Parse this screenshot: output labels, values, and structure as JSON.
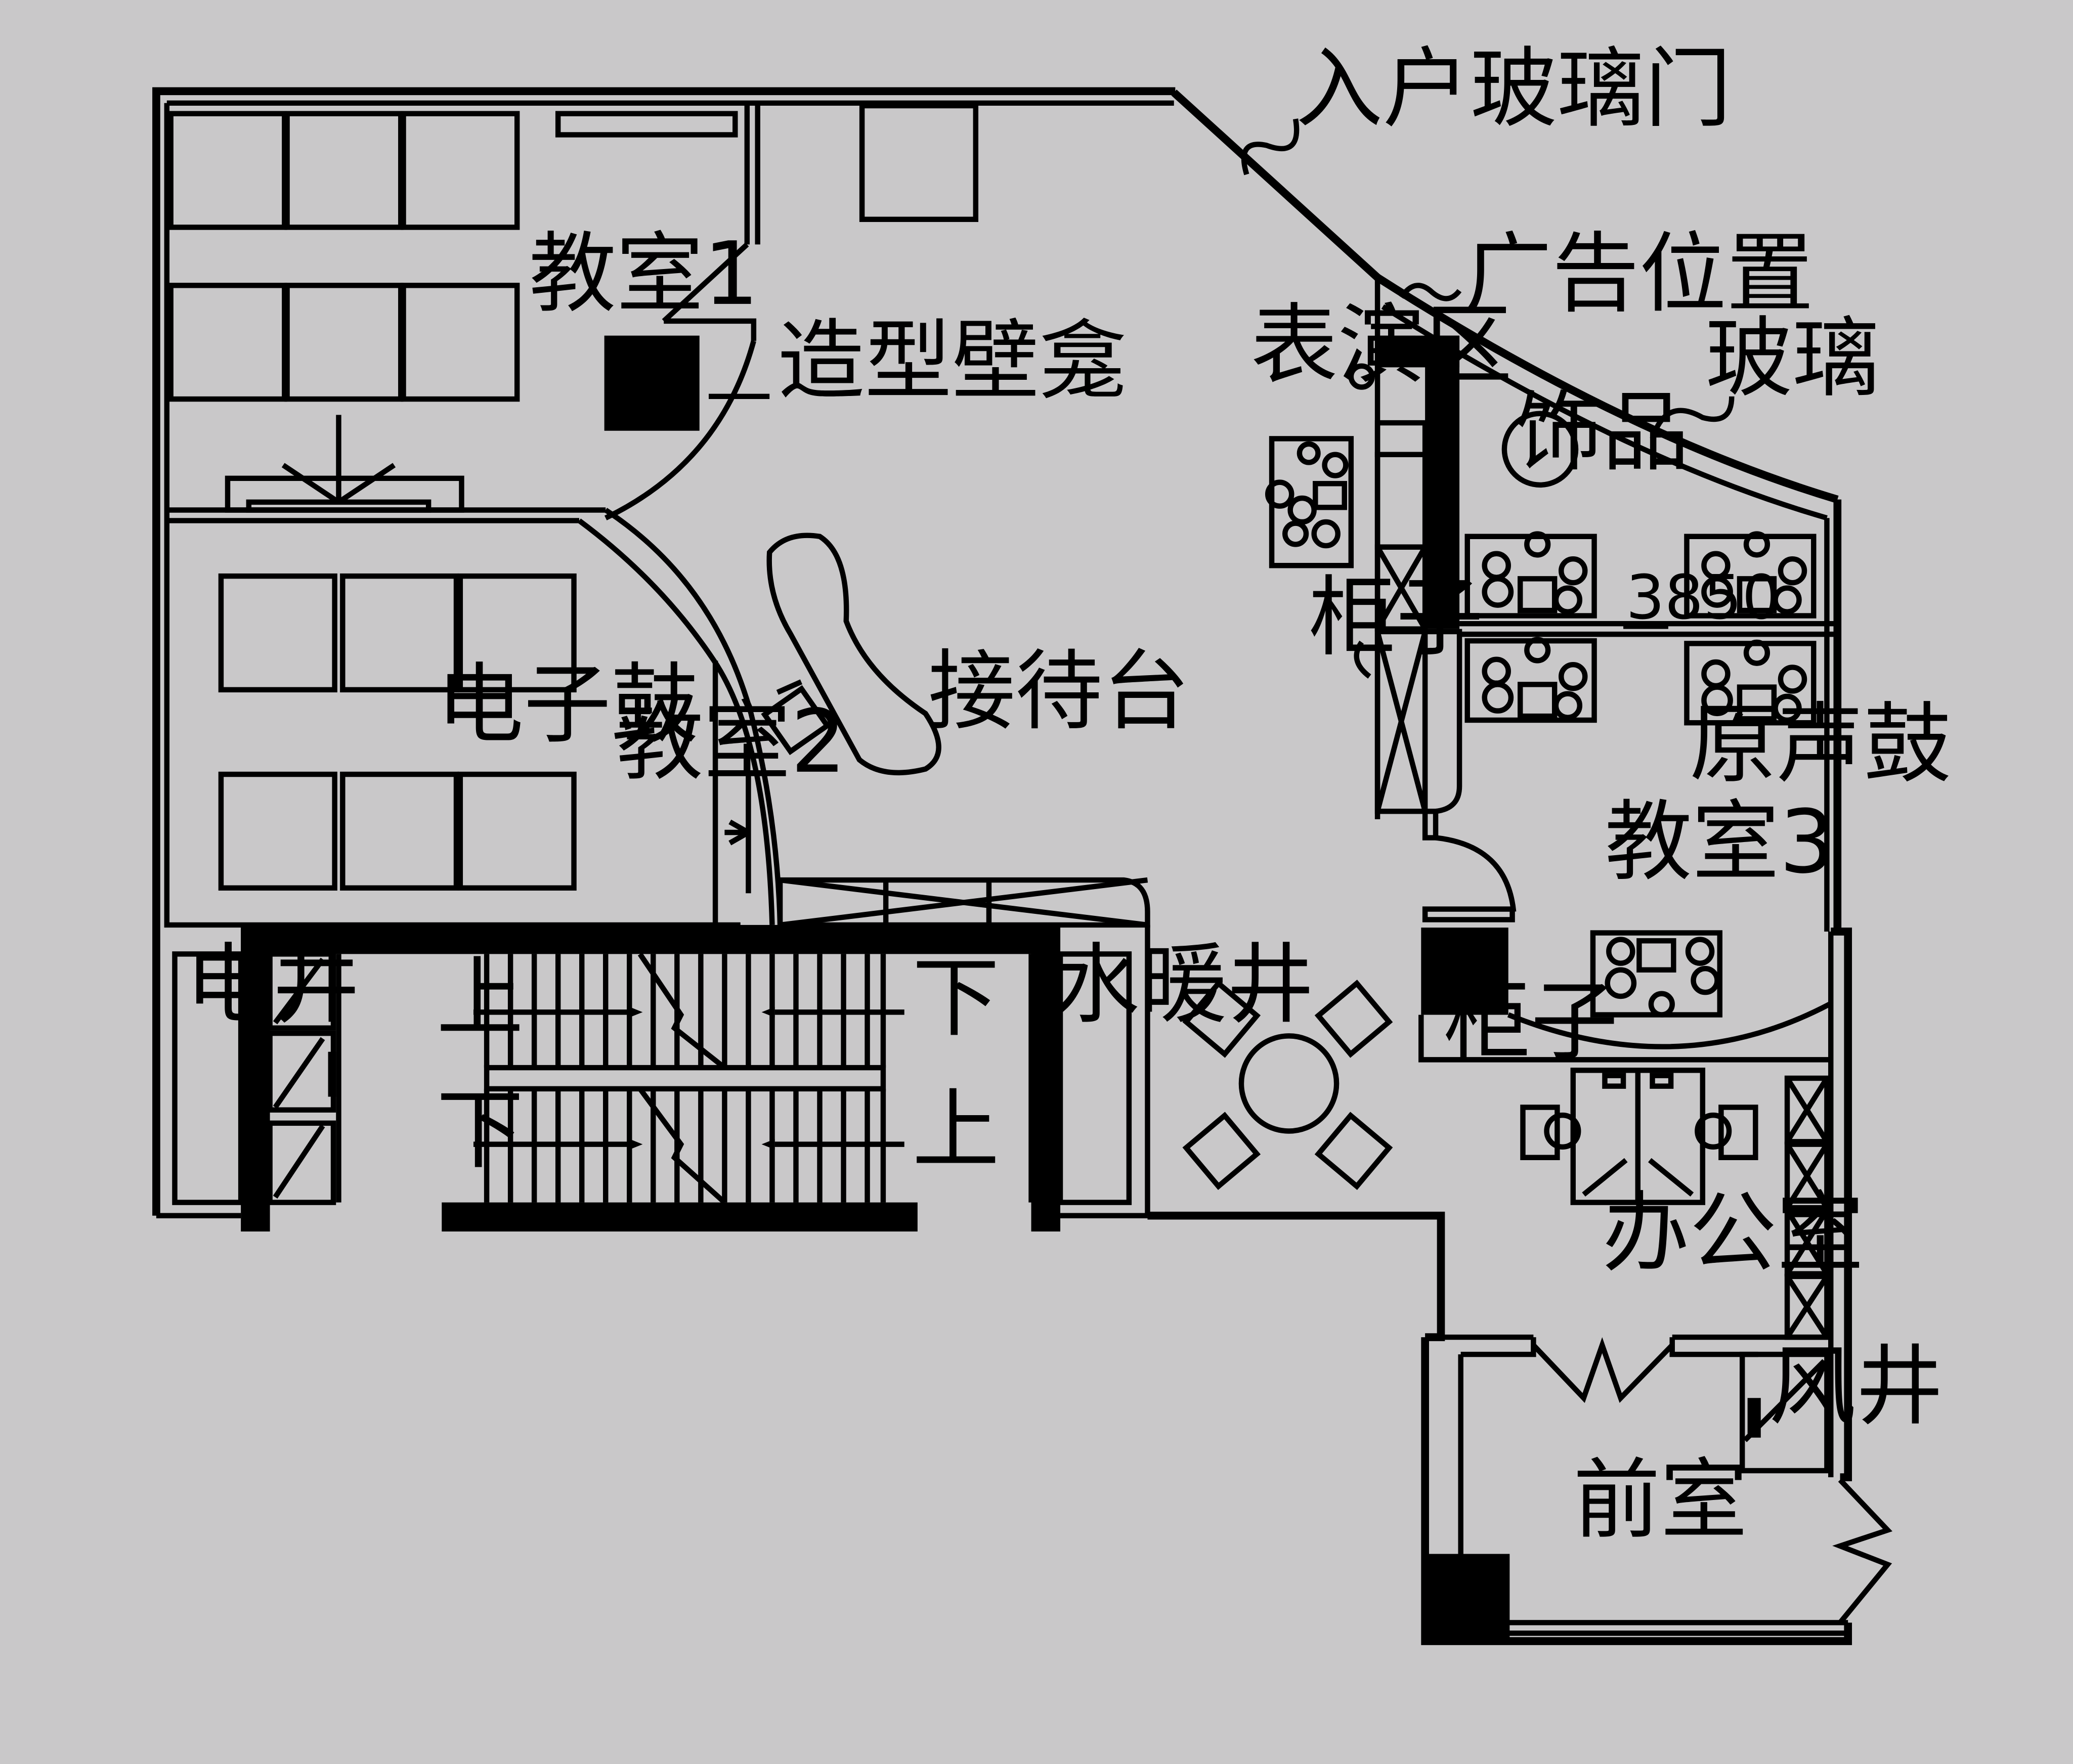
{
  "labels": {
    "entrance_glass_door": "入户玻璃门",
    "ad_position": "广告位置",
    "glass": "玻璃",
    "performance_area": "表演区",
    "decor": "饰品",
    "classroom1": "教室1",
    "niche": "造型壁龛",
    "electronic_drum": "电子鼓",
    "classroom2": "教室2",
    "reception_desk": "接待台",
    "cabinet_top": "柜子",
    "dimension": "3850",
    "acoustic_drum": "原声鼓",
    "classroom3": "教室3",
    "cabinet_bottom": "柜子",
    "electric_shaft": "电井",
    "hvac_shaft": "水暖井",
    "stair_up_left": "上",
    "stair_down_right": "下",
    "stair_down_left": "下",
    "stair_up_right": "上",
    "office": "办公室",
    "air_shaft": "风井",
    "anteroom": "前室"
  },
  "colors": {
    "background": "#c9c8c9",
    "line": "#000000",
    "wall_fill": "#000000"
  }
}
